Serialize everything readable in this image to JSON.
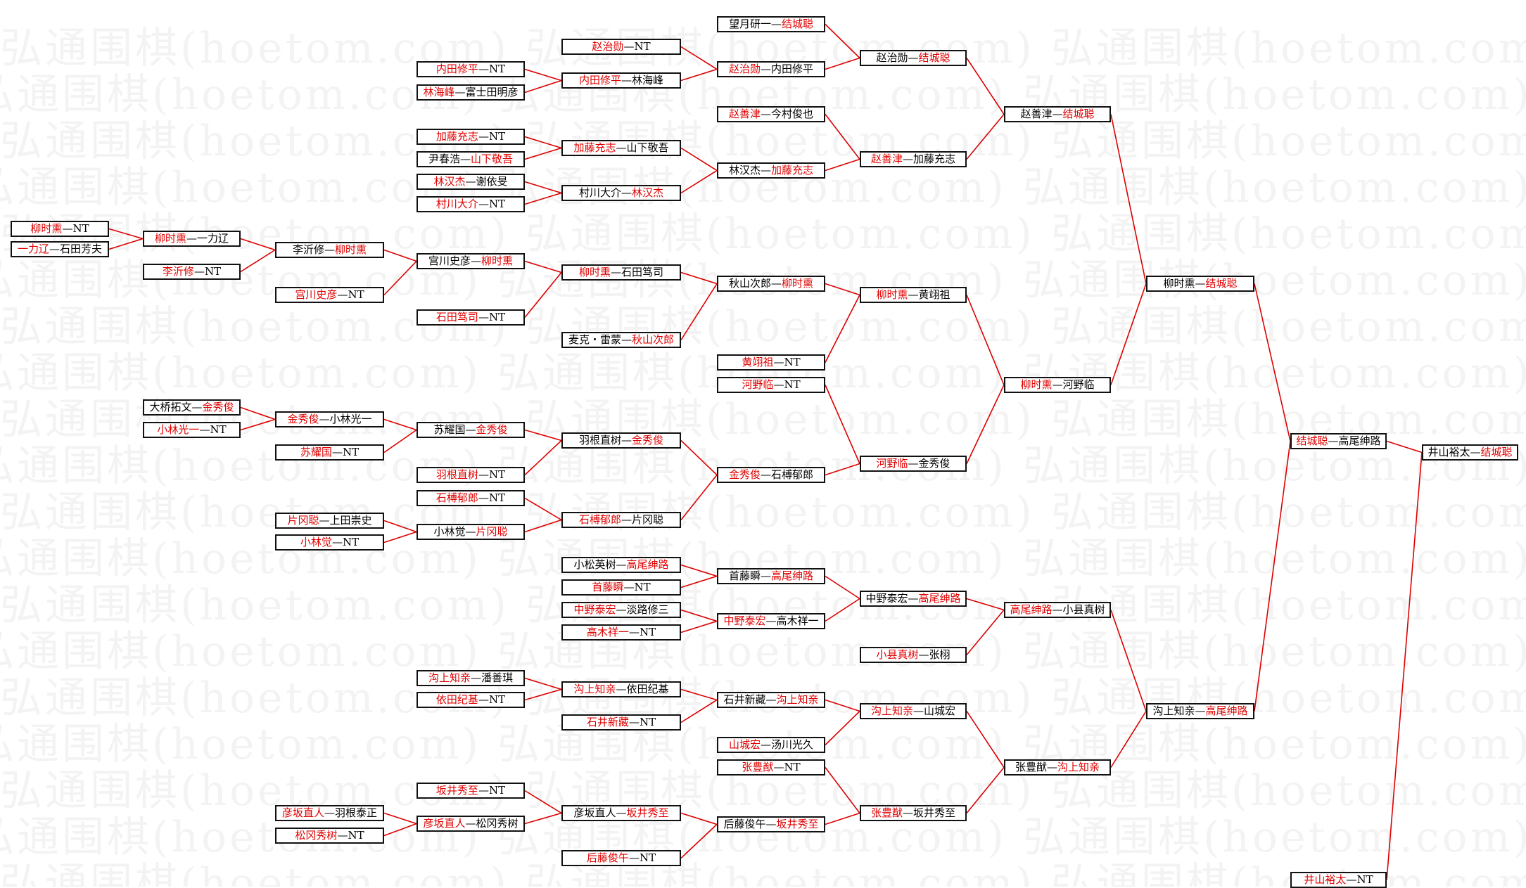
{
  "watermark": "弘通围棋(hoetom.com)",
  "colors": {
    "winner": "#e00000",
    "player": "#000000",
    "connector": "#dd0000",
    "border": "#111111"
  },
  "matches": [
    {
      "id": "a1",
      "p1": "柳时熏",
      "p2": "NT",
      "winner": 1
    },
    {
      "id": "a2",
      "p1": "一力辽",
      "p2": "石田芳夫",
      "winner": 1
    },
    {
      "id": "b1",
      "p1": "柳时熏",
      "p2": "一力辽",
      "winner": 1
    },
    {
      "id": "b2",
      "p1": "李沂修",
      "p2": "NT",
      "winner": 1
    },
    {
      "id": "b3",
      "p1": "大桥拓文",
      "p2": "金秀俊",
      "winner": 2
    },
    {
      "id": "b4",
      "p1": "小林光一",
      "p2": "NT",
      "winner": 1
    },
    {
      "id": "c1",
      "p1": "李沂修",
      "p2": "柳时熏",
      "winner": 2
    },
    {
      "id": "c2",
      "p1": "宫川史彦",
      "p2": "NT",
      "winner": 1
    },
    {
      "id": "c3",
      "p1": "金秀俊",
      "p2": "小林光一",
      "winner": 1
    },
    {
      "id": "c4",
      "p1": "苏耀国",
      "p2": "NT",
      "winner": 1
    },
    {
      "id": "c5",
      "p1": "片冈聪",
      "p2": "上田崇史",
      "winner": 1
    },
    {
      "id": "c6",
      "p1": "小林觉",
      "p2": "NT",
      "winner": 1
    },
    {
      "id": "c7",
      "p1": "彦坂直人",
      "p2": "羽根泰正",
      "winner": 1
    },
    {
      "id": "c8",
      "p1": "松冈秀树",
      "p2": "NT",
      "winner": 1
    },
    {
      "id": "d1",
      "p1": "内田修平",
      "p2": "NT",
      "winner": 1
    },
    {
      "id": "d2",
      "p1": "林海峰",
      "p2": "富士田明彦",
      "winner": 1
    },
    {
      "id": "d3",
      "p1": "加藤充志",
      "p2": "NT",
      "winner": 1
    },
    {
      "id": "d4",
      "p1": "尹春浩",
      "p2": "山下敬吾",
      "winner": 2
    },
    {
      "id": "d5",
      "p1": "林汉杰",
      "p2": "谢依旻",
      "winner": 1
    },
    {
      "id": "d6",
      "p1": "村川大介",
      "p2": "NT",
      "winner": 1
    },
    {
      "id": "d7",
      "p1": "宫川史彦",
      "p2": "柳时熏",
      "winner": 2
    },
    {
      "id": "d8",
      "p1": "石田笃司",
      "p2": "NT",
      "winner": 1
    },
    {
      "id": "d9",
      "p1": "苏耀国",
      "p2": "金秀俊",
      "winner": 2
    },
    {
      "id": "d10",
      "p1": "羽根直树",
      "p2": "NT",
      "winner": 1
    },
    {
      "id": "d11",
      "p1": "石榑郁郎",
      "p2": "NT",
      "winner": 1
    },
    {
      "id": "d12",
      "p1": "小林觉",
      "p2": "片冈聪",
      "winner": 2
    },
    {
      "id": "d13",
      "p1": "沟上知亲",
      "p2": "潘善琪",
      "winner": 1
    },
    {
      "id": "d14",
      "p1": "依田纪基",
      "p2": "NT",
      "winner": 1
    },
    {
      "id": "d15",
      "p1": "坂井秀至",
      "p2": "NT",
      "winner": 1
    },
    {
      "id": "d16",
      "p1": "彦坂直人",
      "p2": "松冈秀树",
      "winner": 1
    },
    {
      "id": "e1",
      "p1": "赵治勋",
      "p2": "NT",
      "winner": 1
    },
    {
      "id": "e2",
      "p1": "内田修平",
      "p2": "林海峰",
      "winner": 1
    },
    {
      "id": "e3",
      "p1": "加藤充志",
      "p2": "山下敬吾",
      "winner": 1
    },
    {
      "id": "e4",
      "p1": "村川大介",
      "p2": "林汉杰",
      "winner": 2
    },
    {
      "id": "e5",
      "p1": "柳时熏",
      "p2": "石田笃司",
      "winner": 1
    },
    {
      "id": "e6",
      "p1": "麦克・雷蒙",
      "p2": "秋山次郎",
      "winner": 2
    },
    {
      "id": "e7",
      "p1": "羽根直树",
      "p2": "金秀俊",
      "winner": 2
    },
    {
      "id": "e8",
      "p1": "石榑郁郎",
      "p2": "片冈聪",
      "winner": 1
    },
    {
      "id": "e9",
      "p1": "小松英树",
      "p2": "高尾绅路",
      "winner": 2
    },
    {
      "id": "e10",
      "p1": "首藤瞬",
      "p2": "NT",
      "winner": 1
    },
    {
      "id": "e11",
      "p1": "中野泰宏",
      "p2": "淡路修三",
      "winner": 1
    },
    {
      "id": "e12",
      "p1": "高木祥一",
      "p2": "NT",
      "winner": 1
    },
    {
      "id": "e13",
      "p1": "沟上知亲",
      "p2": "依田纪基",
      "winner": 1
    },
    {
      "id": "e14",
      "p1": "石井新藏",
      "p2": "NT",
      "winner": 1
    },
    {
      "id": "e15",
      "p1": "彦坂直人",
      "p2": "坂井秀至",
      "winner": 2
    },
    {
      "id": "e16",
      "p1": "后藤俊午",
      "p2": "NT",
      "winner": 1
    },
    {
      "id": "f1",
      "p1": "望月研一",
      "p2": "结城聪",
      "winner": 2
    },
    {
      "id": "f2",
      "p1": "赵治勋",
      "p2": "内田修平",
      "winner": 1
    },
    {
      "id": "f3",
      "p1": "赵善津",
      "p2": "今村俊也",
      "winner": 1
    },
    {
      "id": "f4",
      "p1": "林汉杰",
      "p2": "加藤充志",
      "winner": 2
    },
    {
      "id": "f5",
      "p1": "秋山次郎",
      "p2": "柳时熏",
      "winner": 2
    },
    {
      "id": "f6",
      "p1": "黄翊祖",
      "p2": "NT",
      "winner": 1
    },
    {
      "id": "f7",
      "p1": "河野临",
      "p2": "NT",
      "winner": 1
    },
    {
      "id": "f8",
      "p1": "金秀俊",
      "p2": "石榑郁郎",
      "winner": 1
    },
    {
      "id": "f9",
      "p1": "首藤瞬",
      "p2": "高尾绅路",
      "winner": 2
    },
    {
      "id": "f10",
      "p1": "中野泰宏",
      "p2": "高木祥一",
      "winner": 1
    },
    {
      "id": "f11",
      "p1": "石井新藏",
      "p2": "沟上知亲",
      "winner": 2
    },
    {
      "id": "f12",
      "p1": "山城宏",
      "p2": "汤川光久",
      "winner": 1
    },
    {
      "id": "f13",
      "p1": "张豊猷",
      "p2": "NT",
      "winner": 1
    },
    {
      "id": "f14",
      "p1": "后藤俊午",
      "p2": "坂井秀至",
      "winner": 2
    },
    {
      "id": "g1",
      "p1": "赵治勋",
      "p2": "结城聪",
      "winner": 2
    },
    {
      "id": "g2",
      "p1": "赵善津",
      "p2": "加藤充志",
      "winner": 1
    },
    {
      "id": "g3",
      "p1": "柳时熏",
      "p2": "黄翊祖",
      "winner": 1
    },
    {
      "id": "g4",
      "p1": "河野临",
      "p2": "金秀俊",
      "winner": 1
    },
    {
      "id": "g5",
      "p1": "中野泰宏",
      "p2": "高尾绅路",
      "winner": 2
    },
    {
      "id": "g6",
      "p1": "小县真树",
      "p2": "张栩",
      "winner": 1
    },
    {
      "id": "g7",
      "p1": "沟上知亲",
      "p2": "山城宏",
      "winner": 1
    },
    {
      "id": "g8",
      "p1": "张豊猷",
      "p2": "坂井秀至",
      "winner": 1
    },
    {
      "id": "h1",
      "p1": "赵善津",
      "p2": "结城聪",
      "winner": 2
    },
    {
      "id": "h2",
      "p1": "柳时熏",
      "p2": "河野临",
      "winner": 1
    },
    {
      "id": "h3",
      "p1": "高尾绅路",
      "p2": "小县真树",
      "winner": 1
    },
    {
      "id": "h4",
      "p1": "张豊猷",
      "p2": "沟上知亲",
      "winner": 2
    },
    {
      "id": "i1",
      "p1": "柳时熏",
      "p2": "结城聪",
      "winner": 2
    },
    {
      "id": "i2",
      "p1": "沟上知亲",
      "p2": "高尾绅路",
      "winner": 2
    },
    {
      "id": "j1",
      "p1": "结城聪",
      "p2": "高尾绅路",
      "winner": 1
    },
    {
      "id": "j2",
      "p1": "井山裕太",
      "p2": "NT",
      "winner": 1
    },
    {
      "id": "k1",
      "p1": "井山裕太",
      "p2": "结城聪",
      "winner": 2
    }
  ]
}
